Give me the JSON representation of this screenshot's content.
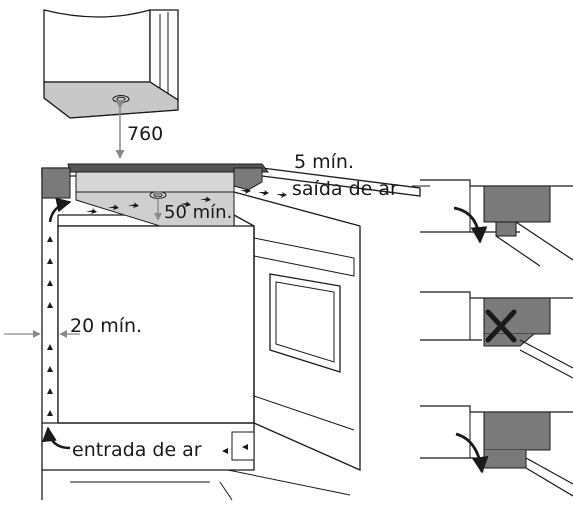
{
  "labels": {
    "hood_clearance": "760",
    "side_gap": "5 mín.",
    "air_outlet": "saída de ar",
    "hob_gap": "50 mín.",
    "wall_gap": "20 mín.",
    "air_inlet": "entrada de ar"
  },
  "details": [
    {
      "id": "detail-top",
      "status": "correct"
    },
    {
      "id": "detail-middle",
      "status": "incorrect"
    },
    {
      "id": "detail-bottom",
      "status": "correct"
    }
  ],
  "colors": {
    "line": "#1a1a1a",
    "panel_gray": "#7a7a7a",
    "dark_gray": "#555555",
    "light_gray": "#cfcfcf",
    "hood_gray": "#bdbdbd"
  }
}
